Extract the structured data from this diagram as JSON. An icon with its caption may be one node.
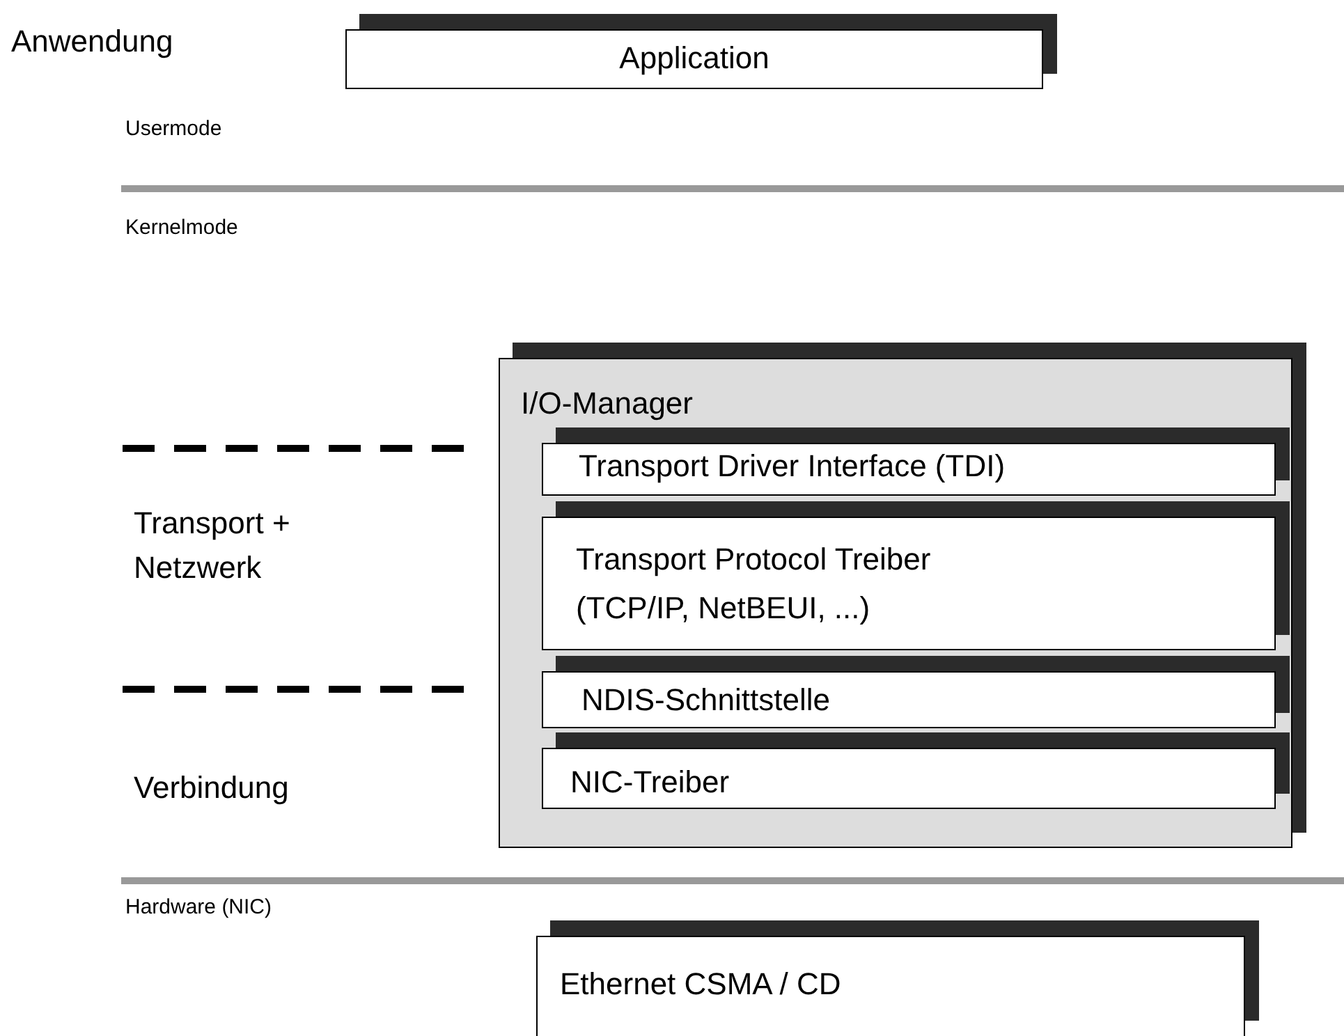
{
  "diagram": {
    "nodes": [
      {
        "text": [
          "Application"
        ]
      },
      {
        "text": [
          "I/O-Manager"
        ]
      },
      {
        "text": [
          "Transport Driver Interface (TDI)"
        ],
        "in": 1
      },
      {
        "text": [
          "Transport Protocol Treiber (TCP/IP, NetBEUI, ...)"
        ],
        "in": 1
      },
      {
        "text": [
          "NDIS-Schnittstelle"
        ],
        "in": 1
      },
      {
        "text": [
          "NIC-Treiber"
        ],
        "in": 1
      },
      {
        "text": [
          "Ethernet CSMA / CD"
        ]
      }
    ],
    "labels": [
      "Anwendung",
      "Usermode",
      "Kernelmode",
      "Transport + Netzwerk",
      "Verbindung",
      "Hardware (NIC)"
    ]
  }
}
